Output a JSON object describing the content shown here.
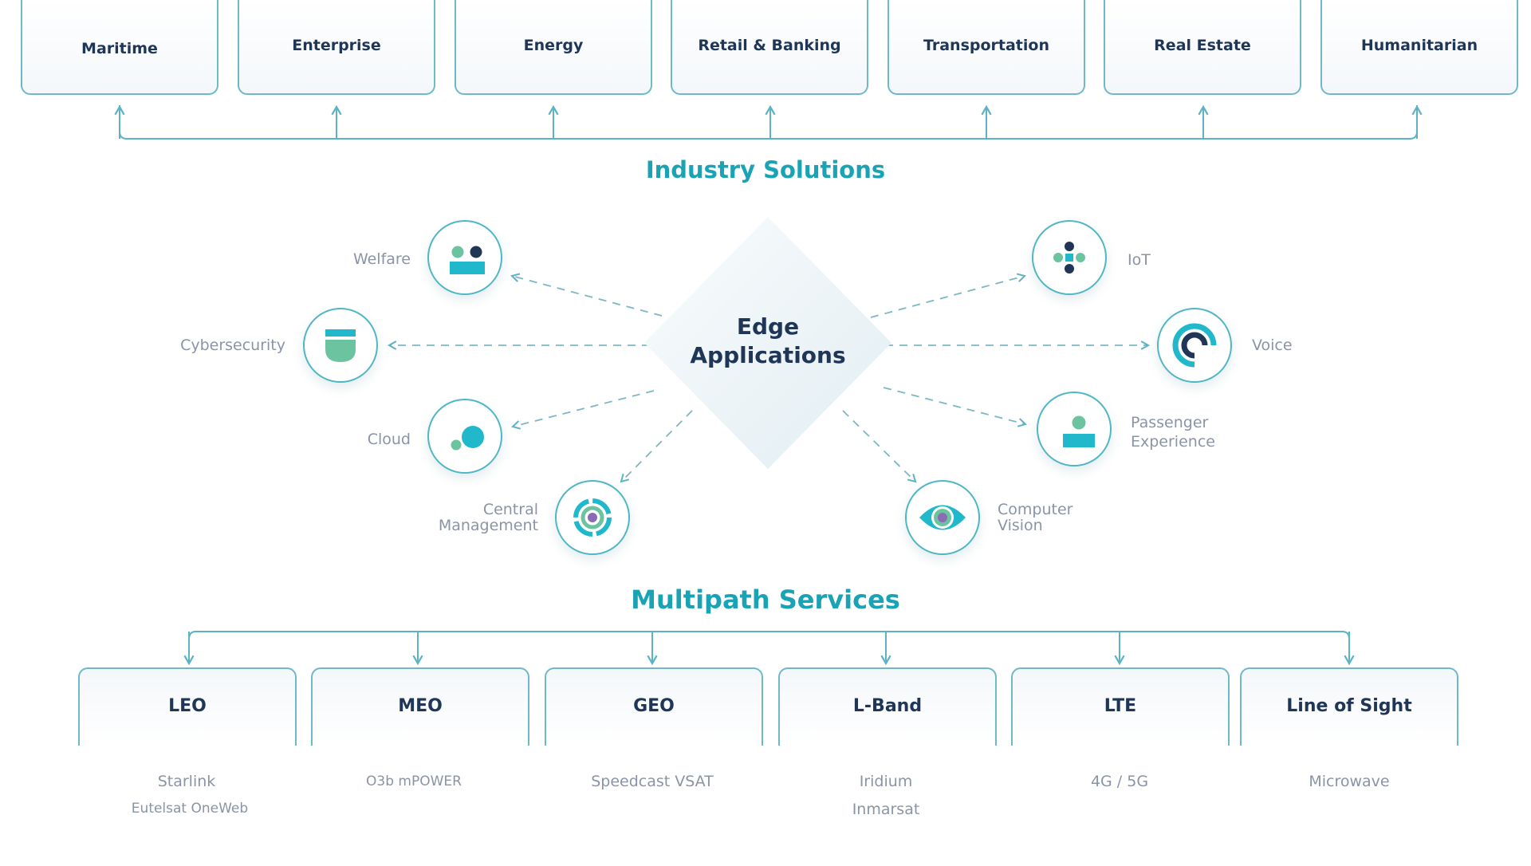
{
  "industry": {
    "heading": "Industry Solutions",
    "items": [
      {
        "label": "Maritime"
      },
      {
        "label": "Enterprise"
      },
      {
        "label": "Energy"
      },
      {
        "label": "Retail & Banking"
      },
      {
        "label": "Transportation"
      },
      {
        "label": "Real Estate"
      },
      {
        "label": "Humanitarian"
      }
    ]
  },
  "hub": {
    "line1": "Edge",
    "line2": "Applications"
  },
  "applications": [
    {
      "label_lines": [
        "Welfare"
      ],
      "icon": "welfare-icon"
    },
    {
      "label_lines": [
        "Cybersecurity"
      ],
      "icon": "shield-icon"
    },
    {
      "label_lines": [
        "Cloud"
      ],
      "icon": "cloud-icon"
    },
    {
      "label_lines": [
        "Central",
        "Management"
      ],
      "icon": "central-management-icon"
    },
    {
      "label_lines": [
        "IoT"
      ],
      "icon": "iot-icon"
    },
    {
      "label_lines": [
        "Voice"
      ],
      "icon": "voice-icon"
    },
    {
      "label_lines": [
        "Passenger",
        "Experience"
      ],
      "icon": "passenger-icon"
    },
    {
      "label_lines": [
        "Computer",
        "Vision"
      ],
      "icon": "eye-icon"
    }
  ],
  "multipath": {
    "heading": "Multipath Services",
    "items": [
      {
        "name": "LEO",
        "providers": [
          "Starlink",
          "Eutelsat OneWeb"
        ]
      },
      {
        "name": "MEO",
        "providers": [
          "O3b mPOWER"
        ]
      },
      {
        "name": "GEO",
        "providers": [
          "Speedcast VSAT"
        ]
      },
      {
        "name": "L-Band",
        "providers": [
          "Iridium",
          "Inmarsat"
        ]
      },
      {
        "name": "LTE",
        "providers": [
          "4G / 5G"
        ]
      },
      {
        "name": "Line of Sight",
        "providers": [
          "Microwave"
        ]
      }
    ]
  },
  "colors": {
    "accent": "#1aa3b5",
    "navy": "#1f3657",
    "green": "#6cc3a0",
    "teal": "#22b8cc",
    "label_gray": "#8a94a6",
    "line": "#5db3c3"
  }
}
